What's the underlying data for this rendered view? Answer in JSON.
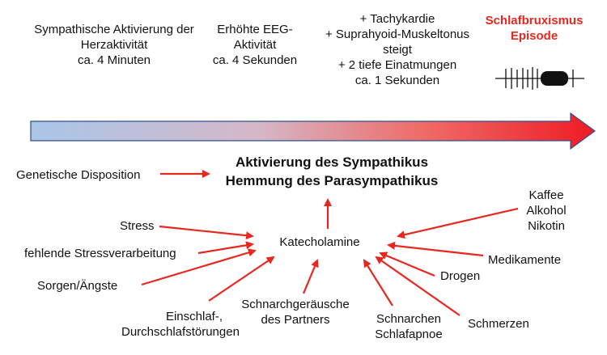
{
  "timeline": {
    "stage1": [
      "Sympathische Aktivierung der",
      "Herzaktivität",
      "ca. 4 Minuten"
    ],
    "stage2": [
      "Erhöhte EEG-",
      "Aktivität",
      "ca. 4 Sekunden"
    ],
    "stage3": [
      "+ Tachykardie",
      "+ Suprahyoid-Muskeltonus",
      "steigt",
      "+ 2 tiefe Einatmungen",
      "ca. 1 Sekunden"
    ],
    "stage4": [
      "Schlafbruxismus",
      "Episode"
    ]
  },
  "center": {
    "title_line1": "Aktivierung des Sympathikus",
    "title_line2": "Hemmung des Parasympathikus",
    "hub": "Katecholamine"
  },
  "factors": {
    "genetic": "Genetische Disposition",
    "stress": "Stress",
    "coping": "fehlende Stressverarbeitung",
    "worries": "Sorgen/Ängste",
    "sleep_disorders": [
      "Einschlaf-,",
      "Durchschlafstörungen"
    ],
    "partner_snoring": [
      "Schnarchgeräusche",
      "des Partners"
    ],
    "snoring": [
      "Schnarchen",
      "Schlafapnoe"
    ],
    "pain": "Schmerzen",
    "drugs": "Drogen",
    "medication": "Medikamente",
    "substances": [
      "Kaffee",
      "Alkohol",
      "Nikotin"
    ]
  },
  "colors": {
    "arrow": "#e8271f",
    "gradient_start": "#a9c6e8",
    "gradient_end": "#ee1c24",
    "outline": "#2f4f8f"
  }
}
